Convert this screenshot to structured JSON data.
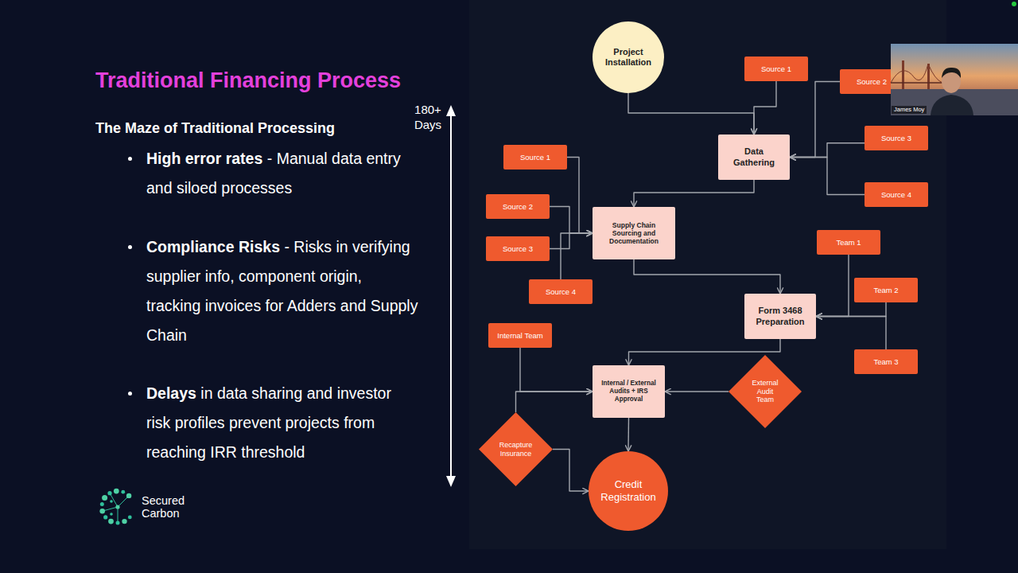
{
  "diagram": {
    "title": "Traditional Financing Process",
    "nodes": [
      {
        "text": [
          "Project Installation"
        ]
      },
      {
        "text": [
          "Source 1"
        ]
      },
      {
        "text": [
          "Source 2"
        ]
      },
      {
        "text": [
          "Source 3"
        ]
      },
      {
        "text": [
          "Data Gathering"
        ]
      },
      {
        "text": [
          "Source 1"
        ]
      },
      {
        "text": [
          "Source 4"
        ]
      },
      {
        "text": [
          "Source 2"
        ]
      },
      {
        "text": [
          "Supply Chain Sourcing and Documentation"
        ]
      },
      {
        "text": [
          "Team 1"
        ]
      },
      {
        "text": [
          "Source 3"
        ]
      },
      {
        "text": [
          "Team 2"
        ]
      },
      {
        "text": [
          "Source 4"
        ]
      },
      {
        "text": [
          "Form 3468 Preparation"
        ]
      },
      {
        "text": [
          "Internal Team"
        ]
      },
      {
        "text": [
          "Team 3"
        ]
      },
      {
        "text": [
          "Internal / External Audits + IRS Approval"
        ]
      },
      {
        "text": [
          "External Audit Team"
        ]
      },
      {
        "text": [
          "Recapture Insurance"
        ]
      },
      {
        "text": [
          "Credit Registration"
        ]
      }
    ],
    "edges": [
      {
        "from": 0,
        "to": 4,
        "arrow": "to"
      },
      {
        "from": 1,
        "to": 4,
        "arrow": "to"
      },
      {
        "from": 2,
        "to": 4,
        "arrow": "to"
      },
      {
        "from": 3,
        "to": 4,
        "arrow": "to"
      },
      {
        "from": 6,
        "to": 4,
        "arrow": "to"
      },
      {
        "from": 4,
        "to": 8,
        "arrow": "to"
      },
      {
        "from": 5,
        "to": 8,
        "arrow": "to"
      },
      {
        "from": 7,
        "to": 8,
        "arrow": "to"
      },
      {
        "from": 10,
        "to": 8,
        "arrow": "to"
      },
      {
        "from": 12,
        "to": 8,
        "arrow": "to"
      },
      {
        "from": 8,
        "to": 13,
        "arrow": "to"
      },
      {
        "from": 9,
        "to": 13,
        "arrow": "to"
      },
      {
        "from": 11,
        "to": 13,
        "arrow": "to"
      },
      {
        "from": 15,
        "to": 13,
        "arrow": "to"
      },
      {
        "from": 13,
        "to": 16,
        "arrow": "to"
      },
      {
        "from": 14,
        "to": 16,
        "arrow": "to"
      },
      {
        "from": 17,
        "to": 16,
        "arrow": "to"
      },
      {
        "from": 18,
        "to": 16,
        "arrow": "to"
      },
      {
        "from": 16,
        "to": 19,
        "arrow": "to"
      },
      {
        "from": 18,
        "to": 19,
        "arrow": "to"
      }
    ],
    "labels": [
      "The Maze of Traditional Processing",
      "High error rates",
      "- Manual data entry and siloed processes",
      "Compliance Risks",
      "- Risks in verifying supplier info, component origin, tracking invoices for Adders and Supply Chain",
      "Delays",
      "in data sharing and investor risk profiles prevent projects from reaching IRR threshold",
      "180+ Days",
      "Secured Carbon",
      "James Moy"
    ]
  }
}
